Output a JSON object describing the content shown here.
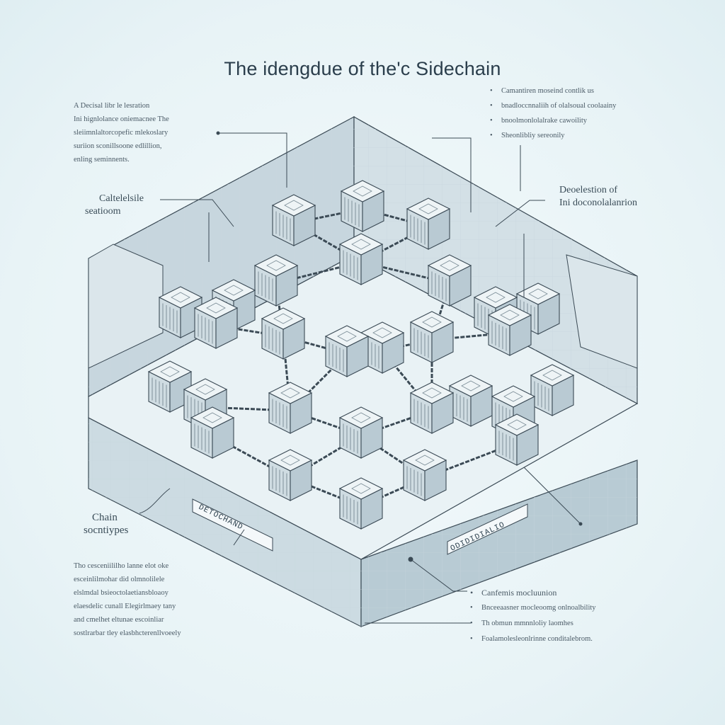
{
  "title": "The idengdue of the'c Sidechain",
  "top_left_note": {
    "lines": [
      "A Decisal libr le lesration",
      "Ini hignlolance oniemacnee The",
      "sleiimnlaltorcopefic mlekoslary",
      "suriion sconillsoone edlillion,",
      "enling seminnents."
    ]
  },
  "top_right_bullets": [
    "Camantiren moseind contlik us",
    "bnadloccnnaliih of olalsoual coolaainy",
    "bnoolmonlolalrake cawoility",
    "Sheonlibliy sereonily"
  ],
  "labels": {
    "left_upper": [
      "Caltelelsile",
      "seatioom"
    ],
    "right_upper": [
      "Deoelestion of",
      "Ini doconolalanrion"
    ],
    "chain": [
      "Chain",
      "socntiypes"
    ]
  },
  "bottom_left_note": {
    "lines": [
      "Tho cesceniililho lanne elot oke",
      "esceinlilmohar did olmnolilele",
      "elslmdal bsieoctolaetiansbloaoy",
      "elaesdelic cunall Elegirlmaey tany",
      "and cmelhet eltunae escoinliar",
      "sostlrarbar tley elasbhcterenllvoeely"
    ]
  },
  "bottom_right_bullets": [
    "Canfemis mocluunion",
    "Bnceeaasner mocleoomg onlnoalbility",
    "Th obmun mmnnloliy laomhes",
    "Foalamolesleonlrinne conditalebrom."
  ],
  "platform_tags": {
    "left": "DETOCHAND",
    "right": "ODIDIDIALIO"
  },
  "colors": {
    "wall_top": "#dfe9ee",
    "wall_face": "#c3d3dc",
    "floor": "#e9f2f5",
    "line": "#3b4a55",
    "node": "#eef4f6"
  }
}
